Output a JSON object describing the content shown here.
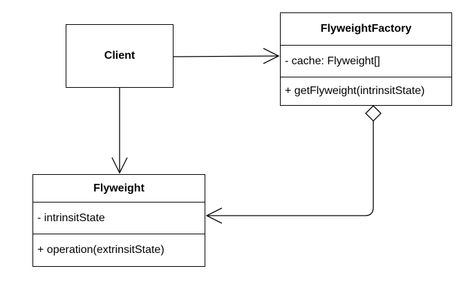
{
  "client": {
    "label": "Client"
  },
  "flyweight_factory": {
    "name": "FlyweightFactory",
    "attributes": [
      "- cache: Flyweight[]"
    ],
    "operations": [
      "+ getFlyweight(intrinsitState)"
    ]
  },
  "flyweight": {
    "name": "Flyweight",
    "attributes": [
      "- intrinsitState"
    ],
    "operations": [
      "+ operation(extrinsitState)"
    ]
  }
}
